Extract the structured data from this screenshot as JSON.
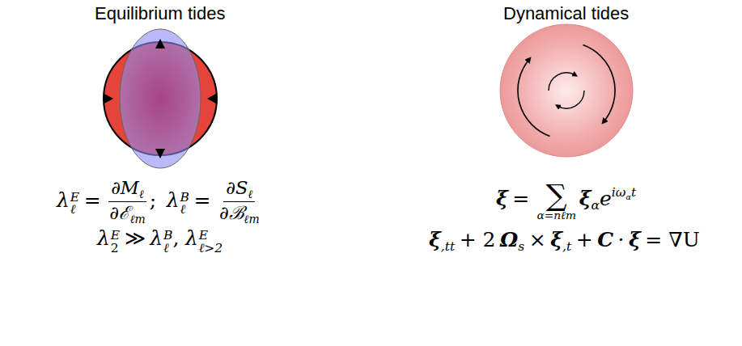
{
  "diagram": {
    "labels": [
      "Equilibrium tides",
      "Dynamical tides",
      "λ",
      "E",
      "ℓ",
      "=",
      "∂M",
      "ℓ",
      "∂ℰ",
      "ℓm",
      ";",
      "λ",
      "B",
      "ℓ",
      "=",
      "∂S",
      "ℓ",
      "∂ℬ",
      "ℓm",
      "λ",
      "E",
      "2",
      "≫",
      "λ",
      "B",
      "ℓ",
      ",",
      "λ",
      "E",
      "ℓ>2",
      "ξ",
      "=",
      "∑",
      "α=nℓm",
      "ξ",
      "α",
      "e",
      "iω",
      "α",
      "t",
      "ξ",
      ",tt",
      "+ 2",
      "Ω",
      "s",
      "×",
      "ξ",
      ",t",
      "+",
      "C",
      "·",
      "ξ",
      "= ∇U"
    ]
  }
}
